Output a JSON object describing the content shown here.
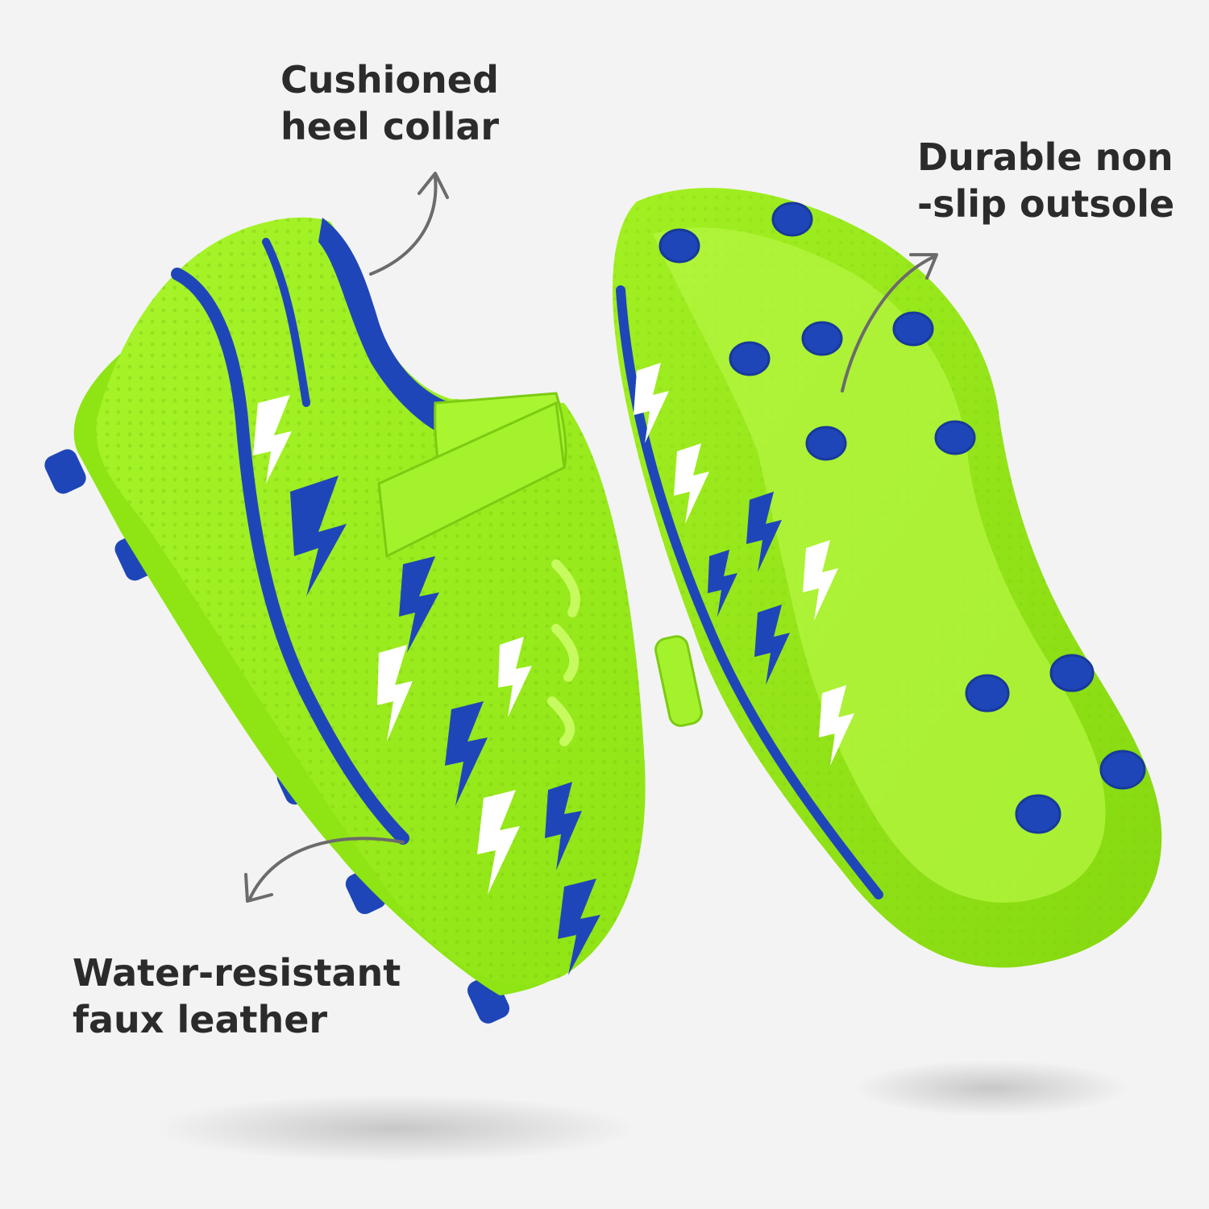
{
  "callouts": {
    "heel": {
      "line1": "Cushioned",
      "line2": "heel collar"
    },
    "outsole": {
      "line1": "Durable non",
      "line2": "-slip outsole"
    },
    "upper": {
      "line1": "Water-resistant",
      "line2": "faux leather"
    }
  },
  "colors": {
    "background": "#f3f3f3",
    "shoe_green": "#9cf01e",
    "shoe_green_dark": "#7ccb12",
    "accent_blue": "#1f46b8",
    "highlight_white": "#ffffff",
    "text": "#2b2b2b",
    "arrow": "#6b6b6b"
  }
}
